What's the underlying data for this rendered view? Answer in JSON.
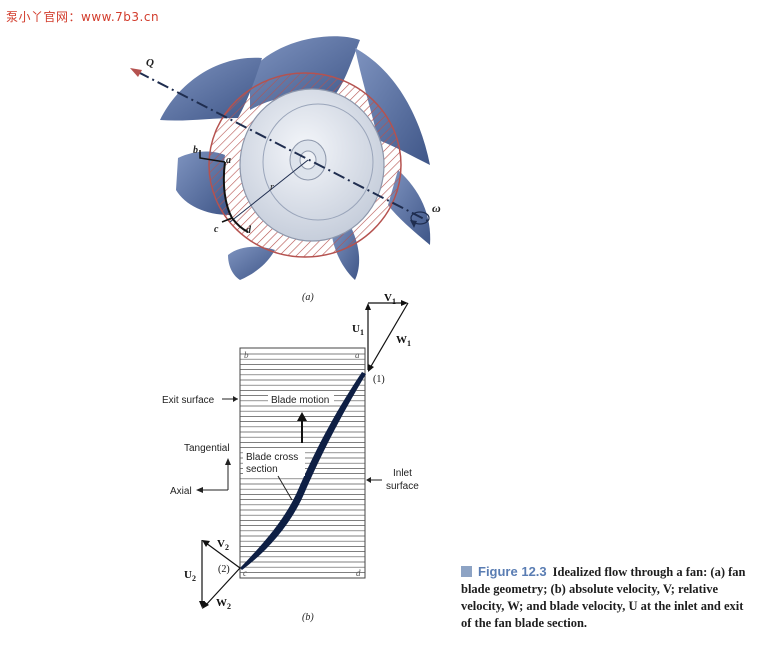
{
  "watermark": "泵小丫官网：www.7b3.cn",
  "part_a": {
    "sublabel": "(a)",
    "flow_label": "Q",
    "rotation_label": "ω",
    "radius_label": "r",
    "point_labels": [
      "b",
      "a",
      "c",
      "d"
    ]
  },
  "part_b": {
    "sublabel": "(b)",
    "corner_labels": {
      "b": "b",
      "a": "a",
      "c": "c",
      "d": "d"
    },
    "inlet_point": "(1)",
    "exit_point": "(2)",
    "exit_surface": "Exit surface",
    "blade_motion": "Blade motion",
    "tangential": "Tangential",
    "axial": "Axial",
    "blade_cross_section": [
      "Blade cross",
      "section"
    ],
    "inlet_surface": [
      "Inlet",
      "surface"
    ],
    "vectors_inlet": {
      "V": "V",
      "Vsub": "1",
      "U": "U",
      "Usub": "1",
      "W": "W",
      "Wsub": "1"
    },
    "vectors_exit": {
      "V": "V",
      "Vsub": "2",
      "U": "U",
      "Usub": "2",
      "W": "W",
      "Wsub": "2"
    }
  },
  "caption": {
    "figure": "Figure 12.3",
    "text": "Idealized flow through a fan: (a) fan blade geometry; (b) absolute velocity, V; relative velocity, W; and blade velocity, U at the inlet and exit of the fan blade section."
  },
  "colors": {
    "blade": "#5b74a6",
    "hatch": "#b5524f",
    "caption_accent": "#5a7db3"
  }
}
